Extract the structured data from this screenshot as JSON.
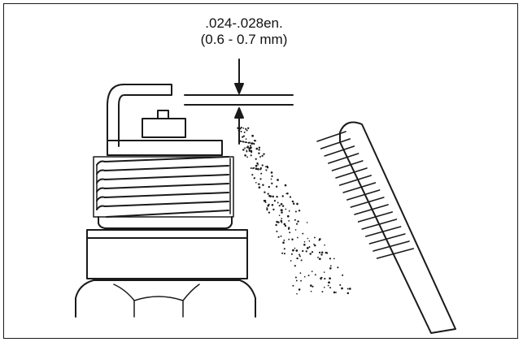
{
  "figure": {
    "gap_spec": {
      "inches": ".024-.028en.",
      "millimeters": "(0.6 - 0.7 mm)"
    },
    "parts": [
      "spark-plug",
      "ground-electrode",
      "center-electrode",
      "blast-spray",
      "wire-brush"
    ],
    "colors": {
      "line": "#1a1a1a",
      "background": "#ffffff"
    }
  }
}
